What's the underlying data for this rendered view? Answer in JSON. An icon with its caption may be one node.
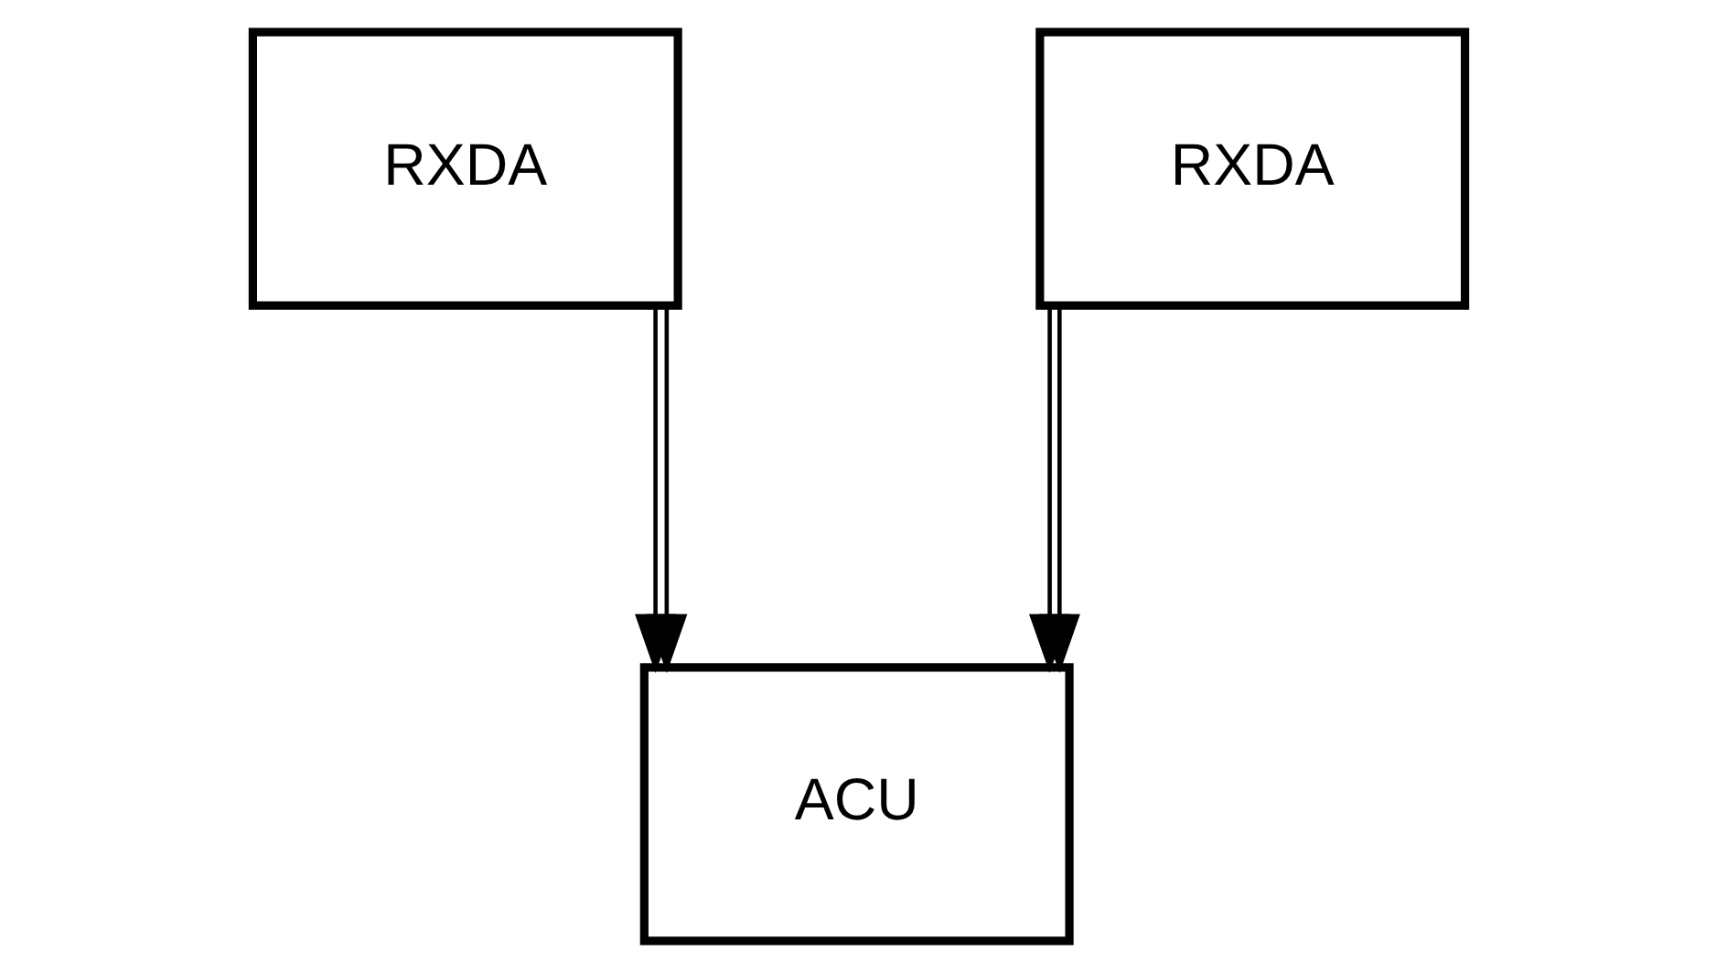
{
  "diagram": {
    "nodes": [
      {
        "text": [
          "RXDA"
        ]
      },
      {
        "text": [
          "RXDA"
        ]
      },
      {
        "text": [
          "ACU"
        ]
      }
    ],
    "edges": [
      {
        "from": 0,
        "to": 2,
        "arrow": "to"
      },
      {
        "from": 0,
        "to": 2,
        "arrow": "to"
      },
      {
        "from": 1,
        "to": 2,
        "arrow": "to"
      },
      {
        "from": 1,
        "to": 2,
        "arrow": "to"
      }
    ]
  }
}
